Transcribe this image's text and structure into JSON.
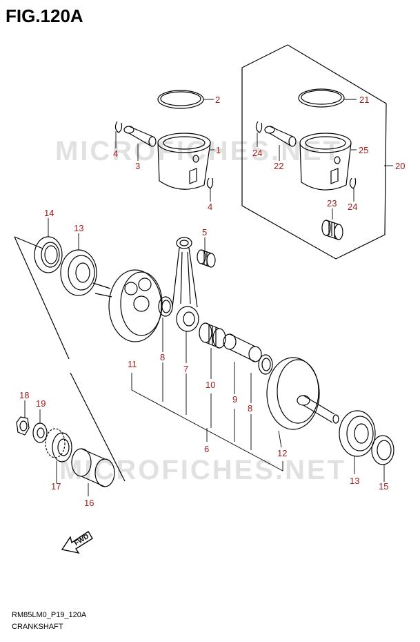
{
  "figure_title": "FIG.120A",
  "model_code": "RM85LM0_P19_120A",
  "section_name": "CRANKSHAFT",
  "watermark": "MICROFICHES.NET",
  "fwd_label": "FWD",
  "callout_color": "#a01b1b",
  "callouts": [
    {
      "id": "c-2",
      "label": "2"
    },
    {
      "id": "c-1",
      "label": "1"
    },
    {
      "id": "c-4a",
      "label": "4"
    },
    {
      "id": "c-3",
      "label": "3"
    },
    {
      "id": "c-4b",
      "label": "4"
    },
    {
      "id": "c-21",
      "label": "21"
    },
    {
      "id": "c-24a",
      "label": "24"
    },
    {
      "id": "c-22",
      "label": "22"
    },
    {
      "id": "c-25",
      "label": "25"
    },
    {
      "id": "c-20",
      "label": "20"
    },
    {
      "id": "c-23",
      "label": "23"
    },
    {
      "id": "c-24b",
      "label": "24"
    },
    {
      "id": "c-14",
      "label": "14"
    },
    {
      "id": "c-13a",
      "label": "13"
    },
    {
      "id": "c-5",
      "label": "5"
    },
    {
      "id": "c-11",
      "label": "11"
    },
    {
      "id": "c-8a",
      "label": "8"
    },
    {
      "id": "c-7",
      "label": "7"
    },
    {
      "id": "c-10",
      "label": "10"
    },
    {
      "id": "c-9",
      "label": "9"
    },
    {
      "id": "c-8b",
      "label": "8"
    },
    {
      "id": "c-6",
      "label": "6"
    },
    {
      "id": "c-12",
      "label": "12"
    },
    {
      "id": "c-18",
      "label": "18"
    },
    {
      "id": "c-19",
      "label": "19"
    },
    {
      "id": "c-17",
      "label": "17"
    },
    {
      "id": "c-16",
      "label": "16"
    },
    {
      "id": "c-13b",
      "label": "13"
    },
    {
      "id": "c-15",
      "label": "15"
    }
  ]
}
